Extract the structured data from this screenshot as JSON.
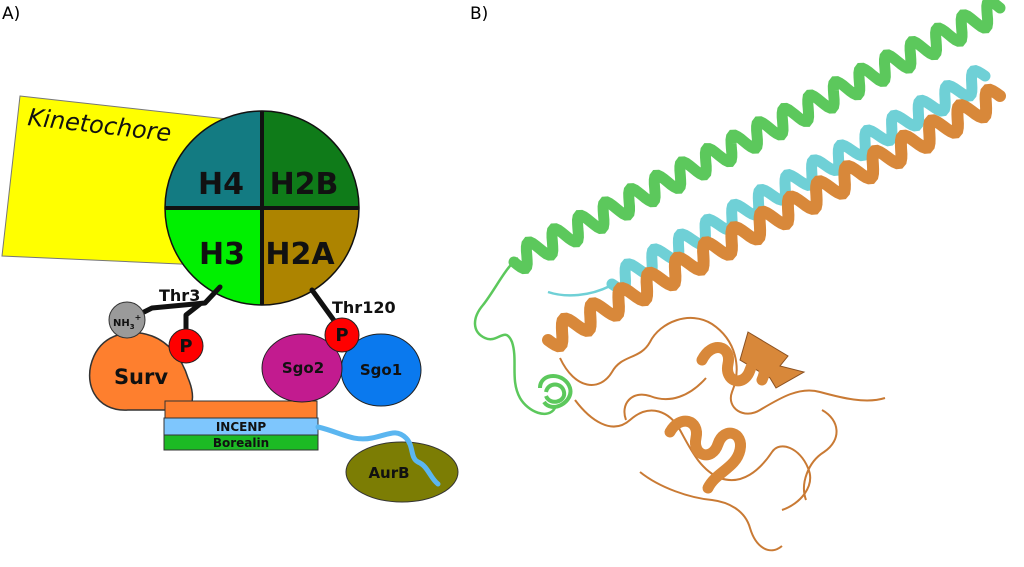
{
  "panels": {
    "a": "A)",
    "b": "B)"
  },
  "kinetochore": "Kinetochore",
  "histones": {
    "h4": "H4",
    "h2b": "H2B",
    "h3": "H3",
    "h2a": "H2A"
  },
  "sites": {
    "thr3": "Thr3",
    "thr120": "Thr120"
  },
  "amine": {
    "base": "NH",
    "sub": "3",
    "sup": "+"
  },
  "phospho": "P",
  "proteins": {
    "survivin": "Surv",
    "sgo2": "Sgo2",
    "sgo1": "Sgo1",
    "incenp": "INCENP",
    "borealin": "Borealin",
    "aurb": "AurB"
  },
  "colors": {
    "kinetochore": "#ffff00",
    "h4": "#137b82",
    "h2b": "#0f7b19",
    "h3": "#00f000",
    "h2a": "#ad8400",
    "phospho": "#ff0000",
    "survivin": "#fe7f2e",
    "sgo2": "#c21b8f",
    "sgo1": "#0a79ee",
    "incenp": "#7ec6fd",
    "borealin": "#1cba24",
    "aurb": "#7c7d04",
    "helix_green": "#5cc85c",
    "helix_cyan": "#6fd0d6",
    "helix_orange": "#d8883a"
  }
}
